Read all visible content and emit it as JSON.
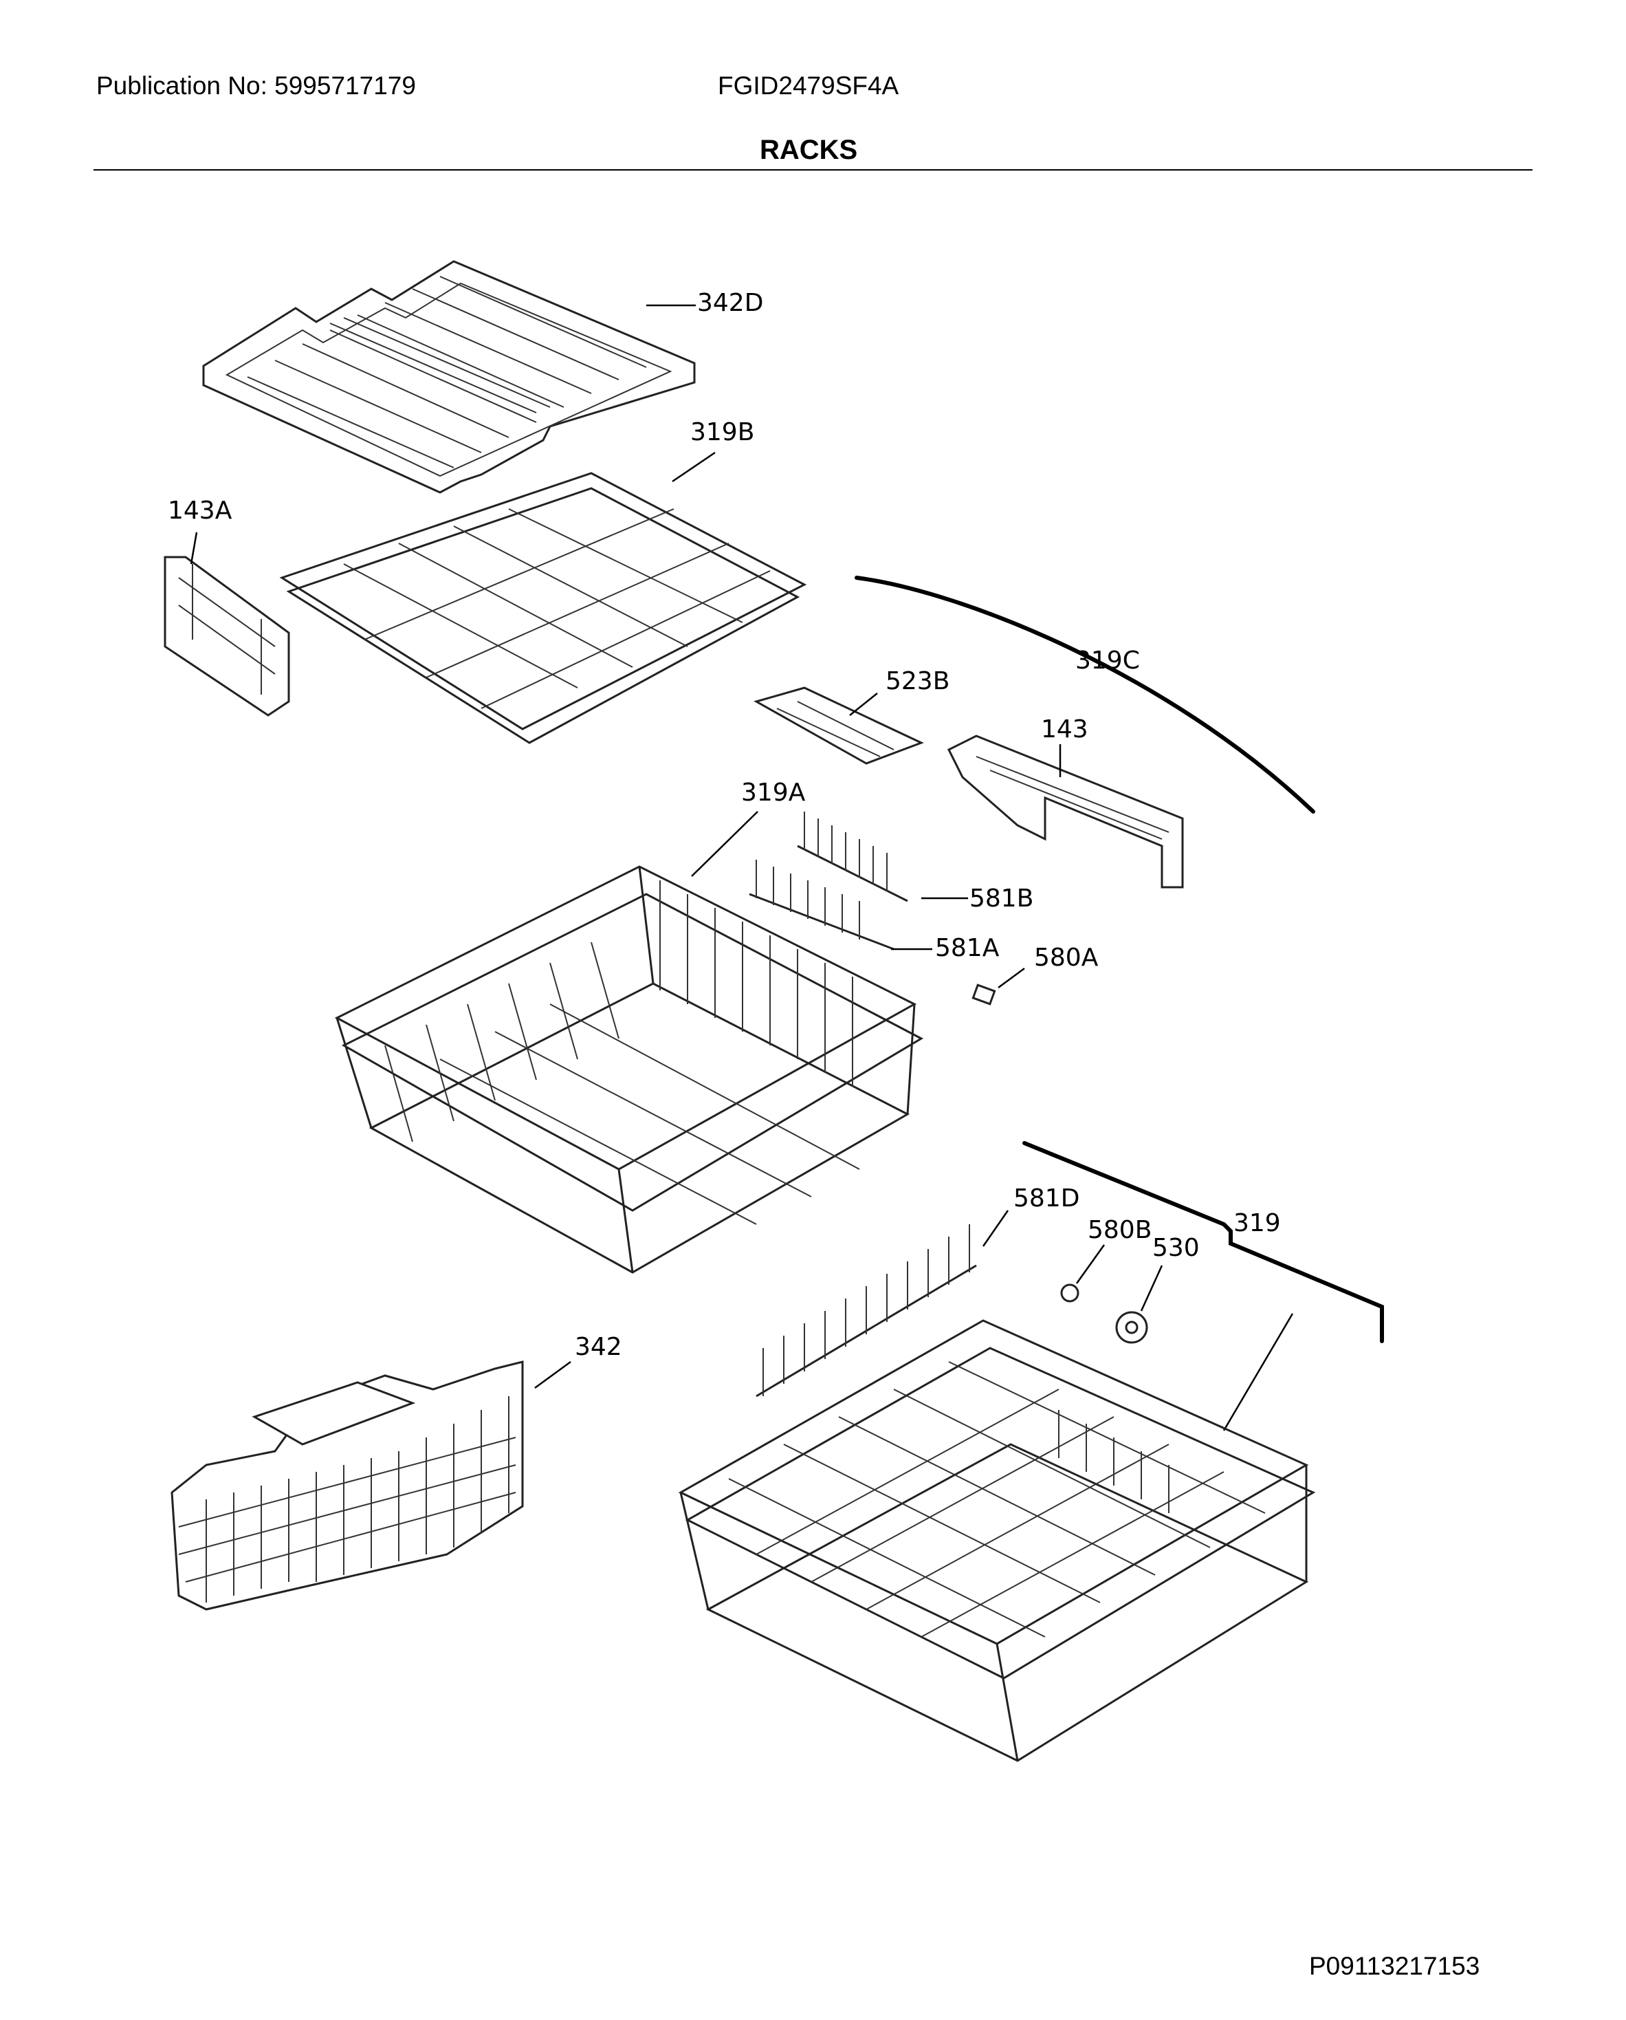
{
  "header": {
    "publication": "Publication No: 5995717179",
    "model": "FGID2479SF4A",
    "section_title": "RACKS"
  },
  "footer": {
    "page_code": "P09113217153"
  },
  "callouts": {
    "c342D": "342D",
    "c319B": "319B",
    "c143A": "143A",
    "c319C": "319C",
    "c523B": "523B",
    "c143": "143",
    "c319A": "319A",
    "c581B": "581B",
    "c581A": "581A",
    "c580A": "580A",
    "c581D": "581D",
    "c580B": "580B",
    "c530": "530",
    "c319": "319",
    "c342": "342"
  }
}
